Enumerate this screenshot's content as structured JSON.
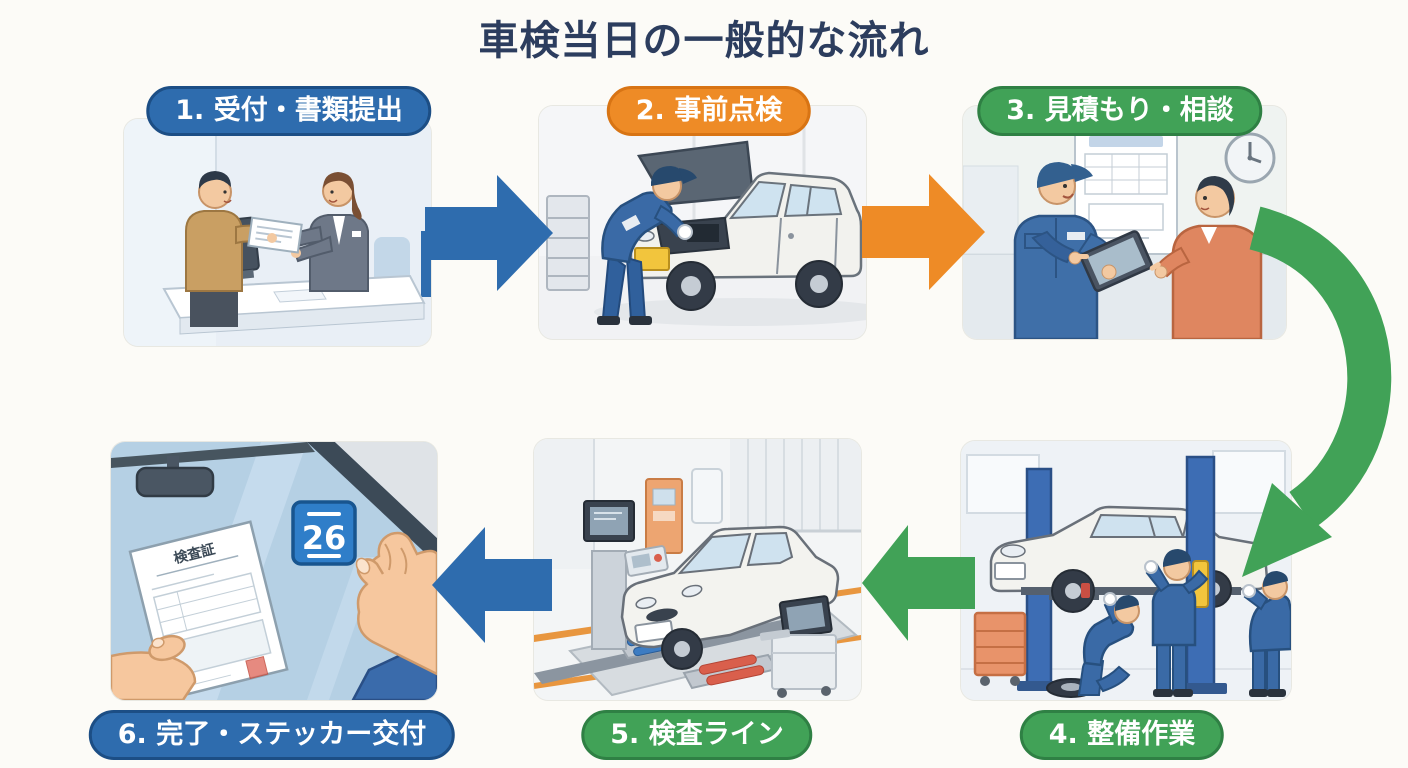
{
  "title": "車検当日の一般的な流れ",
  "colors": {
    "title_text": "#2c3d5e",
    "blue": "#2e6cae",
    "blue_dark": "#1c4e85",
    "orange": "#ee8b26",
    "orange_dark": "#d87414",
    "green": "#41a257",
    "green_dark": "#2f8044",
    "label_text": "#ffffff"
  },
  "steps": [
    {
      "num": "1",
      "label": "1. 受付・書類提出",
      "color": "blue",
      "scene": "customer handing documents to receptionist at counter"
    },
    {
      "num": "2",
      "label": "2. 事前点検",
      "color": "orange",
      "scene": "mechanic checking engine bay of white car with hood open"
    },
    {
      "num": "3",
      "label": "3. 見積もり・相談",
      "color": "green",
      "scene": "mechanic with tablet consulting customer, estimate sheet and clock on wall"
    },
    {
      "num": "4",
      "label": "4. 整備作業",
      "color": "green",
      "scene": "white car on two-post lift with three mechanics working"
    },
    {
      "num": "5",
      "label": "5. 検査ライン",
      "color": "green",
      "scene": "white car on inspection line with roller testers and monitors"
    },
    {
      "num": "6",
      "label": "6. 完了・ステッカー交付",
      "color": "blue",
      "scene": "hand applying inspection sticker to windshield while holding certificate"
    }
  ],
  "flow_arrows": [
    {
      "from": 1,
      "to": 2,
      "color": "blue",
      "direction": "right"
    },
    {
      "from": 2,
      "to": 3,
      "color": "orange",
      "direction": "right"
    },
    {
      "from": 3,
      "to": 4,
      "color": "green",
      "direction": "curved-down"
    },
    {
      "from": 4,
      "to": 5,
      "color": "green",
      "direction": "left"
    },
    {
      "from": 5,
      "to": 6,
      "color": "blue",
      "direction": "left"
    }
  ],
  "panels": {
    "sticker_number": "26",
    "certificate_title": "検査証"
  }
}
